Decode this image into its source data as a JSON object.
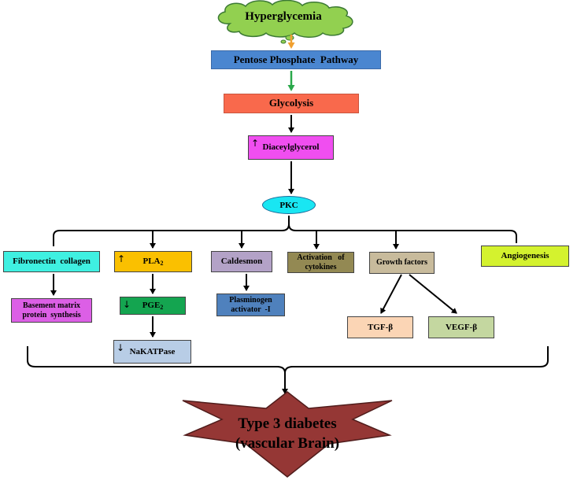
{
  "nodes": {
    "hyperglycemia": "Hyperglycemia",
    "pentose_phosphate_pathway": "Pentose Phosphate  Pathway",
    "glycolysis": "Glycolysis",
    "diacylglycerol": "Diaceylglycerol",
    "pkc": "PKC",
    "fibronectin_collagen": "Fibronectin  collagen",
    "basement_matrix_line1": "Basement matrix",
    "basement_matrix_line2": "protein  synthesis",
    "pla2_base": "PLA",
    "pla2_sub": "2",
    "pge2_base": "PGE",
    "pge2_sub": "2",
    "nakatpase": "NaKATPase",
    "caldesmon": "Caldesmon",
    "plasminogen_line1": "Plasminogen",
    "plasminogen_line2": "activator  -I",
    "cytokines_line1": "Activation   of",
    "cytokines_line2": "cytokines",
    "growth_factors": "Growth factors",
    "tgf_beta": "TGF-β",
    "vegf_beta": "VEGF-β",
    "angiogenesis": "Angiogenesis",
    "type3_line1": "Type 3 diabetes",
    "type3_line2": "(vascular Brain)"
  },
  "markers": {
    "increase": "↑",
    "decrease": "↓"
  },
  "colors": {
    "cloud": "#92d050",
    "arrow_orange": "#f0a030",
    "arrow_green": "#2aa84a",
    "pentose": "#4a86d0",
    "glycolysis": "#f9694c",
    "diacylglycerol": "#f04ef0",
    "pkc": "#19e6f2",
    "fibronectin": "#3ff0e1",
    "basement_matrix": "#dc5fe6",
    "pla2": "#fac000",
    "pge2": "#14a550",
    "nakatpase": "#b8cde6",
    "caldesmon": "#b3a2c7",
    "plasminogen": "#4f81bd",
    "cytokines": "#938953",
    "growth_factors": "#c8bb9c",
    "tgf": "#fbd5b5",
    "vegf": "#c4d7a0",
    "angiogenesis": "#d4f22e",
    "star": "#953735"
  }
}
